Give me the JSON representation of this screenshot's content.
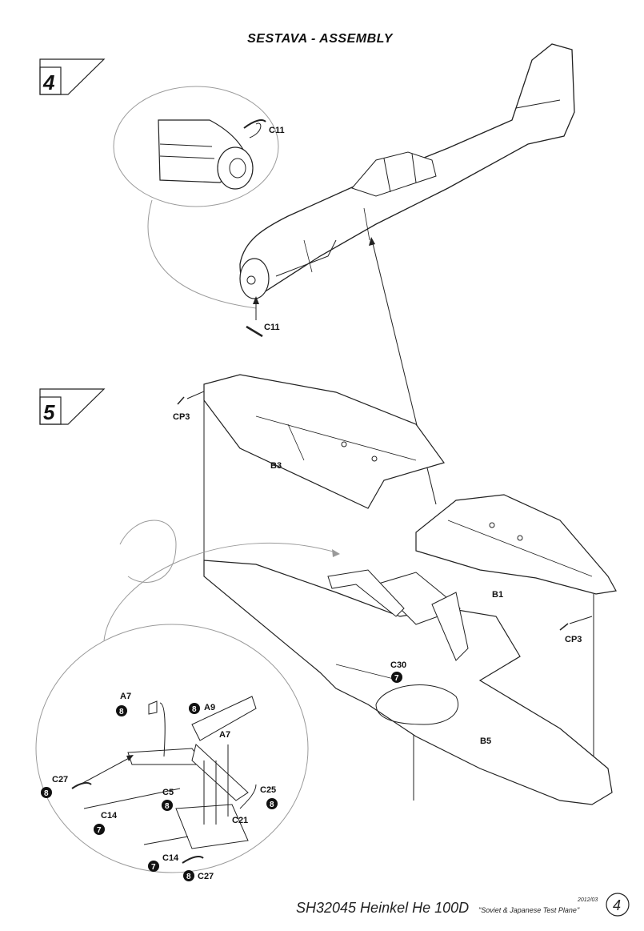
{
  "header": {
    "title": "SESTAVA -  ASSEMBLY"
  },
  "steps": [
    {
      "number": "4"
    },
    {
      "number": "5"
    }
  ],
  "step4": {
    "labels": {
      "c11_detail": "C11",
      "c11_bottom": "C11"
    }
  },
  "step5": {
    "labels": {
      "cp3_left": "CP3",
      "cp3_right": "CP3",
      "b3": "B3",
      "b1": "B1",
      "b5": "B5",
      "c30": "C30",
      "a7_top": "A7",
      "a9": "A9",
      "a7_mid": "A7",
      "c27_left": "C27",
      "c5": "C5",
      "c25": "C25",
      "c14_left": "C14",
      "c21": "C21",
      "c14_bottom": "C14",
      "c27_bottom": "C27"
    },
    "paint_badges": {
      "c30": "7",
      "a7_top": "8",
      "a9": "8",
      "c27_left": "8",
      "c5": "8",
      "c25": "8",
      "c14_left": "7",
      "c14_bottom": "7",
      "c27_bottom": "8"
    }
  },
  "footer": {
    "product": "SH32045 Heinkel He 100D",
    "subtitle": "\"Soviet & Japanese Test Plane\"",
    "date": "2012/03",
    "page": "4"
  },
  "colors": {
    "line": "#222222",
    "light_line": "#9a9a9a",
    "badge": "#111111"
  }
}
